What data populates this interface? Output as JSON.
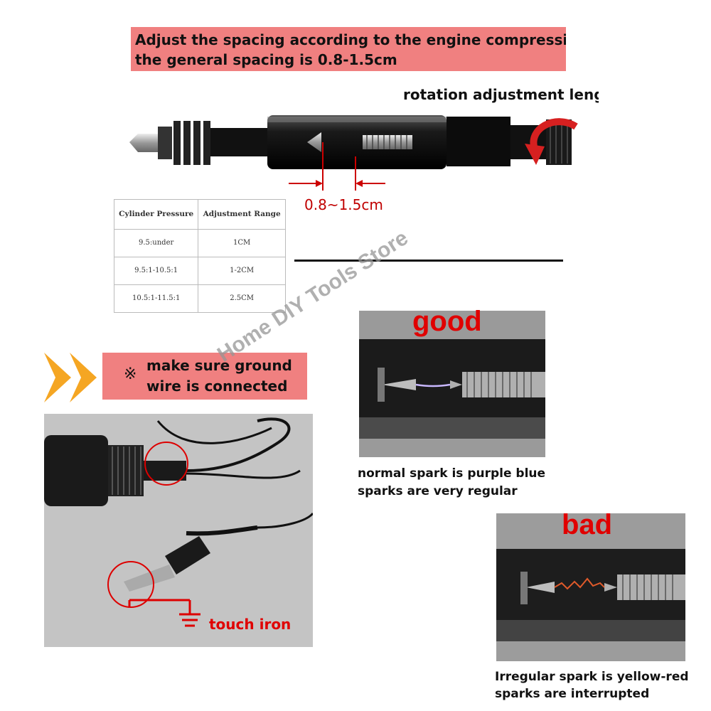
{
  "top_banner": {
    "line1": "Adjust the spacing according to the engine compression ratio",
    "line2": "the general spacing is 0.8-1.5cm"
  },
  "rotation_label": "rotation adjustment length",
  "spacing_label": "0.8~1.5cm",
  "table": {
    "headers": [
      "Cylinder Pressure",
      "Adjustment Range"
    ],
    "rows": [
      [
        "9.5:under",
        "1CM"
      ],
      [
        "9.5:1-10.5:1",
        "1-2CM"
      ],
      [
        "10.5:1-11.5:1",
        "2.5CM"
      ]
    ]
  },
  "good": {
    "label": "good",
    "caption_line1": "normal spark is purple blue",
    "caption_line2": "sparks are very regular"
  },
  "bad": {
    "label": "bad",
    "caption_line1": "Irregular spark is yellow-red",
    "caption_line2": "sparks are interrupted"
  },
  "ground_banner": {
    "symbol": "※",
    "line1": "make sure ground",
    "line2": "wire is connected"
  },
  "touch_label": "touch iron",
  "watermark": "Home DIY Tools Store",
  "colors": {
    "banner": "#f08080",
    "accent_red": "#e00000",
    "arrow_orange": "#f5a623"
  }
}
